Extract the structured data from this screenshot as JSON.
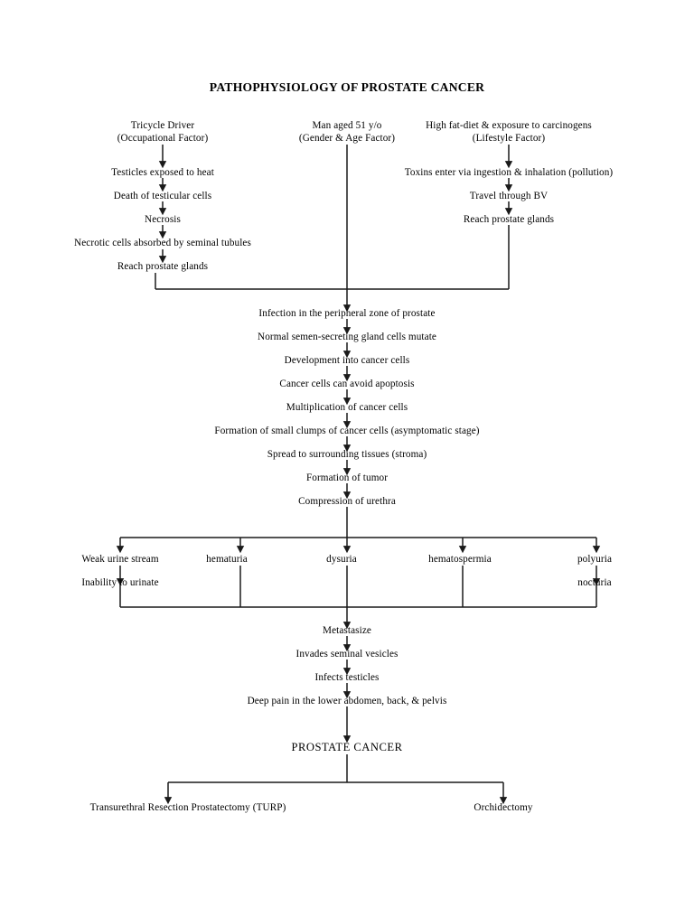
{
  "title": "PATHOPHYSIOLOGY OF PROSTATE CANCER",
  "diagram": {
    "type": "flowchart",
    "orientation": "top-to-bottom",
    "line_color": "#1a1a1a",
    "background": "#ffffff",
    "risk_factors": [
      {
        "id": "occupational",
        "line1": "Tricycle Driver",
        "line2": "(Occupational Factor)"
      },
      {
        "id": "gender-age",
        "line1": "Man aged 51 y/o",
        "line2": "(Gender & Age Factor)"
      },
      {
        "id": "lifestyle",
        "line1": "High fat-diet & exposure to carcinogens",
        "line2": "(Lifestyle Factor)"
      }
    ],
    "occupational_chain": [
      {
        "id": "testicles-heat",
        "label": "Testicles exposed to heat"
      },
      {
        "id": "death-testicular-cells",
        "label": "Death of testicular cells"
      },
      {
        "id": "necrosis",
        "label": "Necrosis"
      },
      {
        "id": "necrotic-absorbed",
        "label": "Necrotic cells absorbed by seminal tubules"
      },
      {
        "id": "reach-prostate-left",
        "label": "Reach prostate glands"
      }
    ],
    "lifestyle_chain": [
      {
        "id": "toxins-enter",
        "label": "Toxins enter via ingestion & inhalation (pollution)"
      },
      {
        "id": "travel-bv",
        "label": "Travel through BV"
      },
      {
        "id": "reach-prostate-right",
        "label": "Reach prostate glands"
      }
    ],
    "main_chain": [
      {
        "id": "infection-peripheral-zone",
        "label": "Infection in the peripheral zone of prostate"
      },
      {
        "id": "cells-mutate",
        "label": "Normal semen-secreting gland cells mutate"
      },
      {
        "id": "development-cancer-cells",
        "label": "Development into cancer cells"
      },
      {
        "id": "avoid-apoptosis",
        "label": "Cancer cells can avoid apoptosis"
      },
      {
        "id": "multiplication",
        "label": "Multiplication of cancer cells"
      },
      {
        "id": "small-clumps",
        "label": "Formation of small clumps of cancer cells (asymptomatic stage)"
      },
      {
        "id": "spread-stroma",
        "label": "Spread to surrounding tissues (stroma)"
      },
      {
        "id": "formation-tumor",
        "label": "Formation of tumor"
      },
      {
        "id": "compression-urethra",
        "label": "Compression of urethra"
      }
    ],
    "symptoms": [
      {
        "id": "weak-urine-stream",
        "label": "Weak urine stream",
        "sub": "Inability to urinate"
      },
      {
        "id": "hematuria",
        "label": "hematuria",
        "sub": null
      },
      {
        "id": "dysuria",
        "label": "dysuria",
        "sub": null
      },
      {
        "id": "hematospermia",
        "label": "hematospermia",
        "sub": null
      },
      {
        "id": "polyuria",
        "label": "polyuria",
        "sub": "nocturia"
      }
    ],
    "progression_chain": [
      {
        "id": "metastasize",
        "label": "Metastasize"
      },
      {
        "id": "invades-seminal-vesicles",
        "label": "Invades seminal vesicles"
      },
      {
        "id": "infects-testicles",
        "label": "Infects testicles"
      },
      {
        "id": "deep-pain",
        "label": "Deep pain in the lower abdomen, back, & pelvis"
      }
    ],
    "diagnosis": {
      "id": "prostate-cancer",
      "label": "PROSTATE CANCER"
    },
    "treatments": [
      {
        "id": "turp",
        "label": "Transurethral Resection Prostatectomy (TURP)"
      },
      {
        "id": "orchidectomy",
        "label": "Orchidectomy"
      }
    ]
  }
}
